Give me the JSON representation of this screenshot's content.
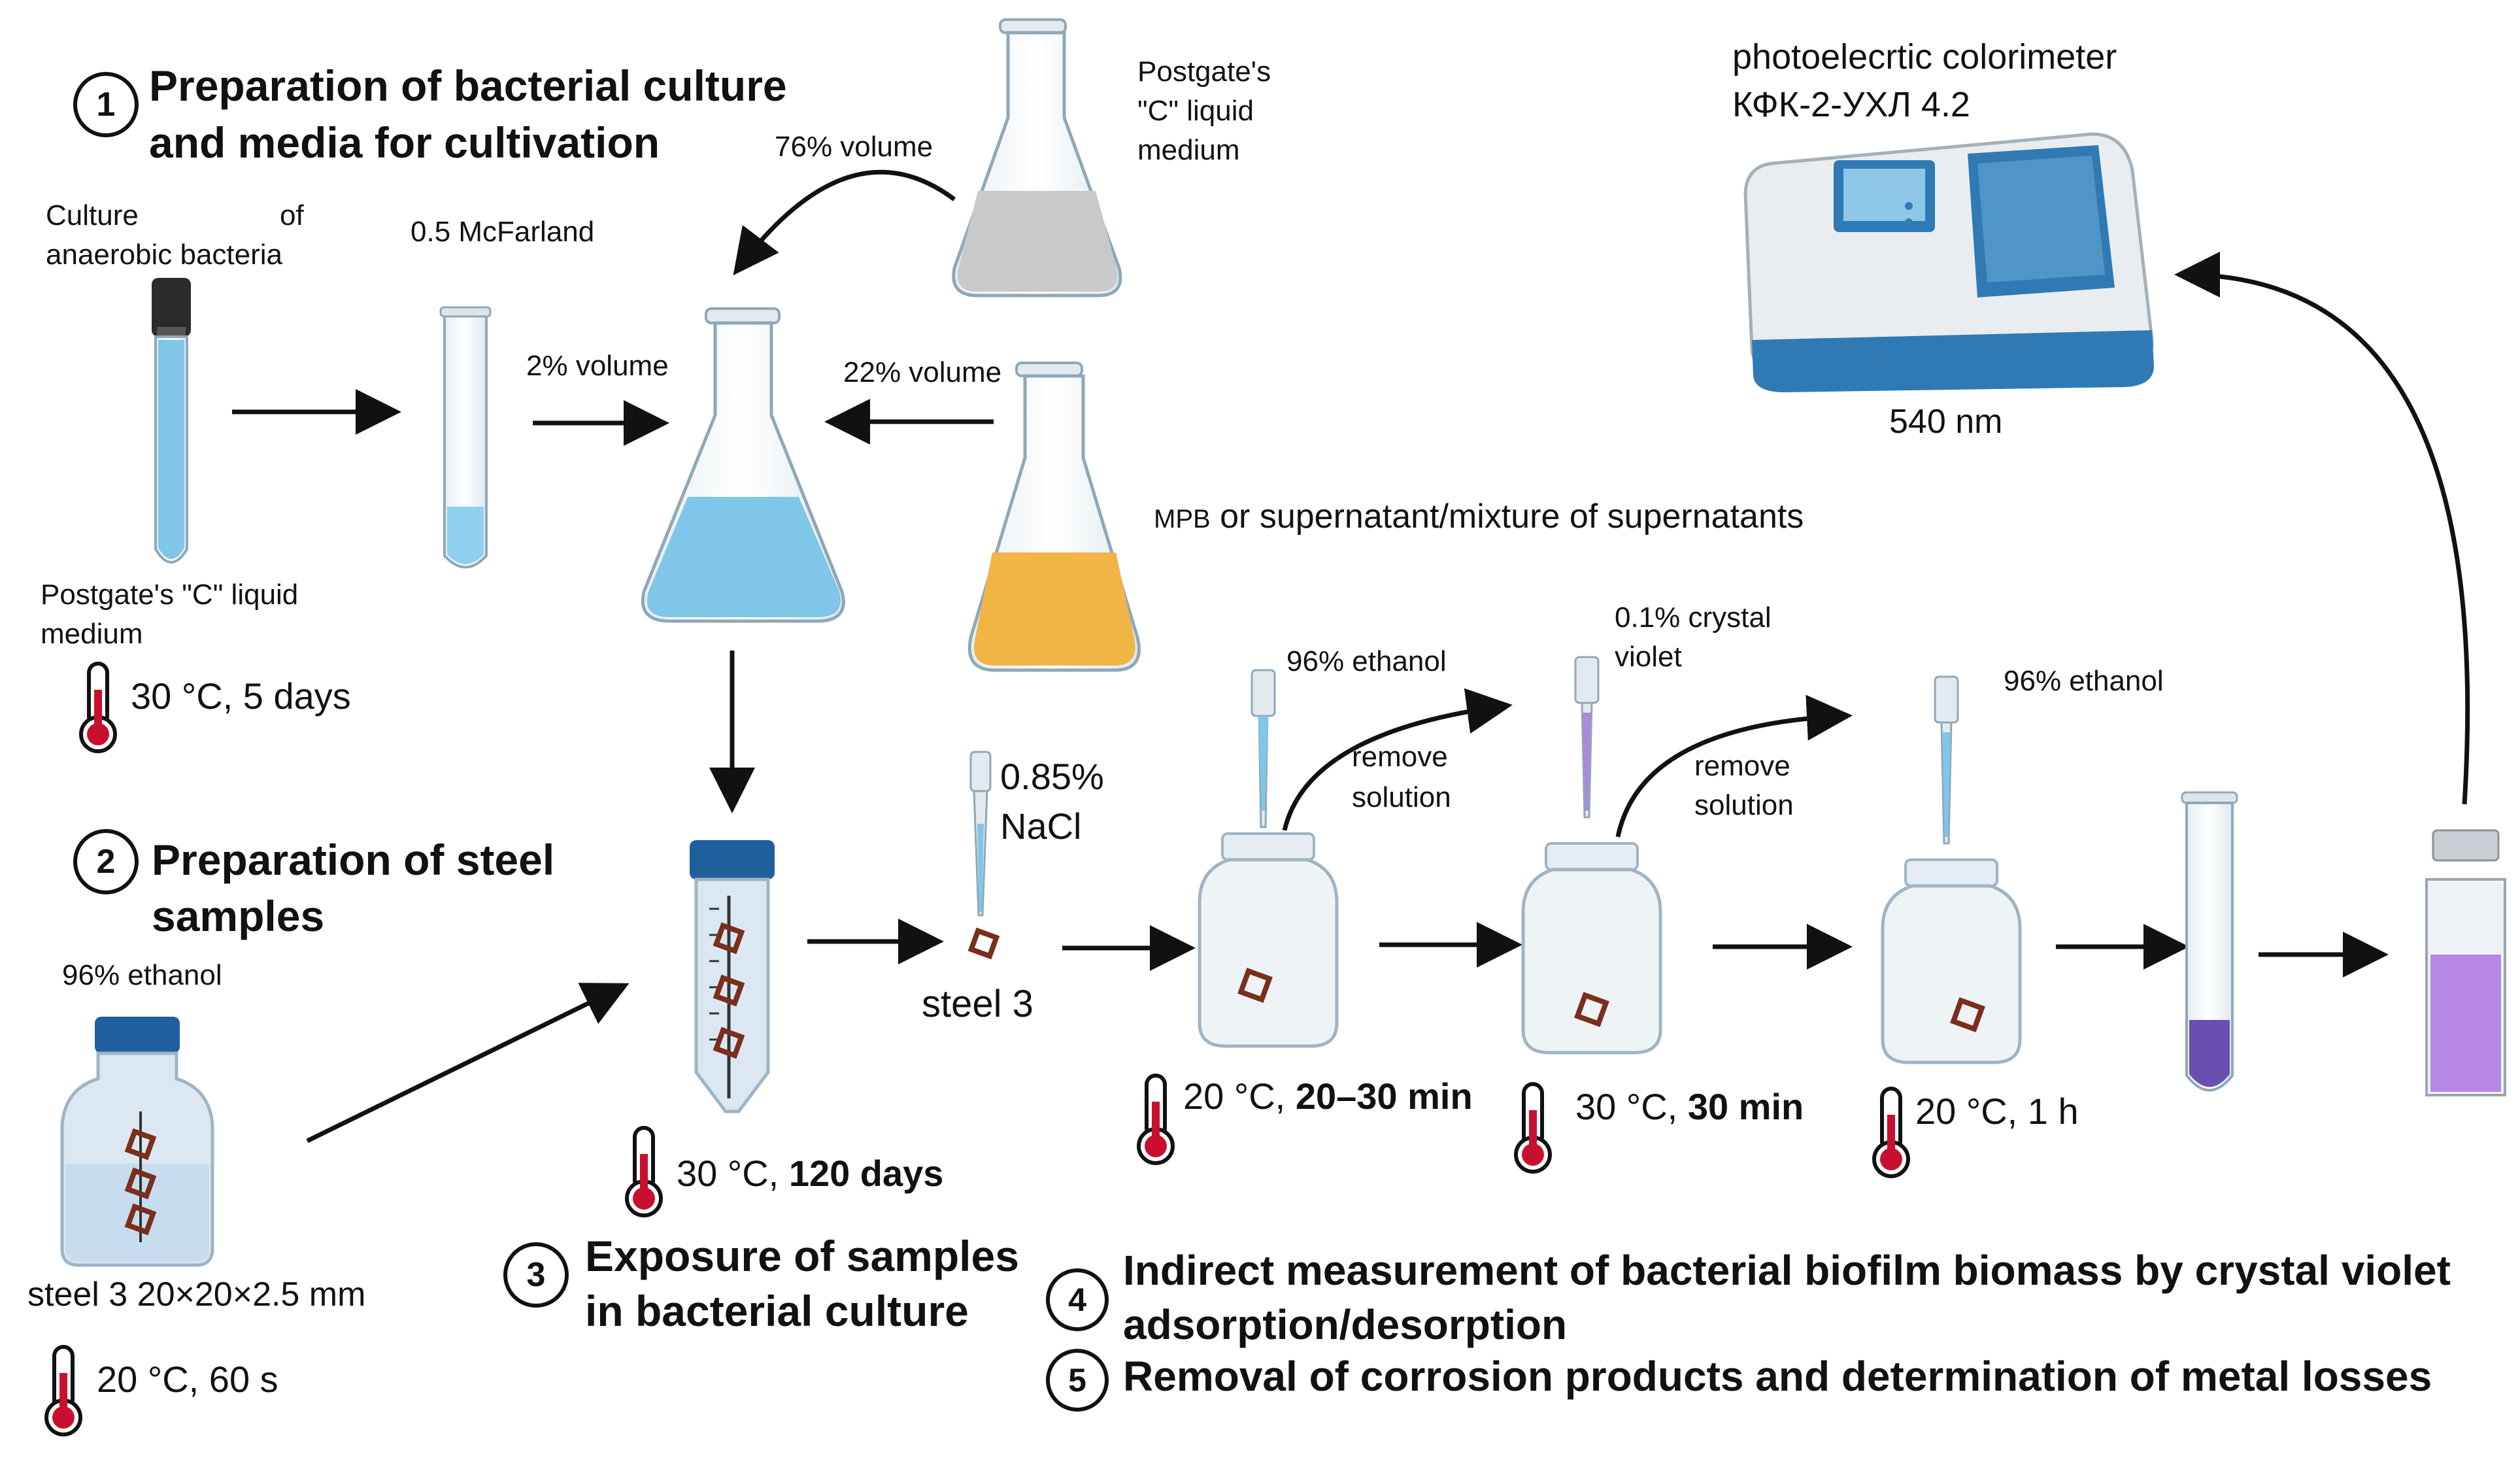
{
  "steps": {
    "s1": {
      "num": "1",
      "title_line1": "Preparation of bacterial culture",
      "title_line2": "and media for cultivation"
    },
    "s2": {
      "num": "2",
      "title_line1": "Preparation of steel",
      "title_line2": "samples"
    },
    "s3": {
      "num": "3",
      "title_line1": "Exposure of samples",
      "title_line2": "in bacterial culture"
    },
    "s4": {
      "num": "4",
      "title_line1": "Indirect measurement of bacterial biofilm biomass by crystal violet",
      "title_line2": "adsorption/desorption"
    },
    "s5": {
      "num": "5",
      "title": "Removal of corrosion products and determination of metal losses"
    }
  },
  "labels": {
    "culture_line1": "Culture",
    "culture_of": "of",
    "culture_line2": "anaerobic bacteria",
    "mcfarland": "0.5 McFarland",
    "postgate_left_line1": "Postgate's \"C\" liquid",
    "postgate_left_line2": "medium",
    "postgate_top_line1": "Postgate's",
    "postgate_top_line2": "\"C\" liquid",
    "postgate_top_line3": "medium",
    "vol76": "76% volume",
    "vol2": "2% volume",
    "vol22": "22% volume",
    "mpb_small": "MPB",
    "mpb_rest": "or supernatant/mixture of supernatants",
    "colorimeter_line1": "photoelecrtic colorimeter",
    "colorimeter_line2": "КФК-2-УХЛ 4.2",
    "wavelength": "540 nm",
    "ethanol_step2": "96% ethanol",
    "steel_sample": "steel 3 20×20×2.5 mm",
    "nacl_line1": "0.85%",
    "nacl_line2": "NaCl",
    "steel3": "steel 3",
    "ethanol_a": "96% ethanol",
    "remove_a_line1": "remove",
    "remove_a_line2": "solution",
    "cv_line1": "0.1% crystal",
    "cv_line2": "violet",
    "remove_b_line1": "remove",
    "remove_b_line2": "solution",
    "ethanol_b": "96% ethanol"
  },
  "temps": {
    "t1": "30 °C, 5 days",
    "t2": "20 °C, 60 s",
    "t3_a": "30 °C, ",
    "t3_b": "120 days",
    "t4_a": "20 °C, ",
    "t4_b": "20–30 min",
    "t5_a": "30 °C, ",
    "t5_b": "30 min",
    "t6": "20 °C, 1 h"
  },
  "colors": {
    "blue_liquid": "#7fc6e8",
    "orange_liquid": "#f0b545",
    "grey_liquid": "#c9c9c9",
    "violet_liquid": "#6a4fb3",
    "light_violet": "#b787e8",
    "cap_blue": "#1f5f9e",
    "thermometer_red": "#c8102e",
    "steel_square": "#7a2e1c"
  },
  "icons": [
    "erlenmeyer-flask-icon",
    "test-tube-icon",
    "falcon-tube-icon",
    "jar-icon",
    "pipette-icon",
    "thermometer-icon",
    "cuvette-icon",
    "colorimeter-icon",
    "reagent-bottle-icon"
  ]
}
